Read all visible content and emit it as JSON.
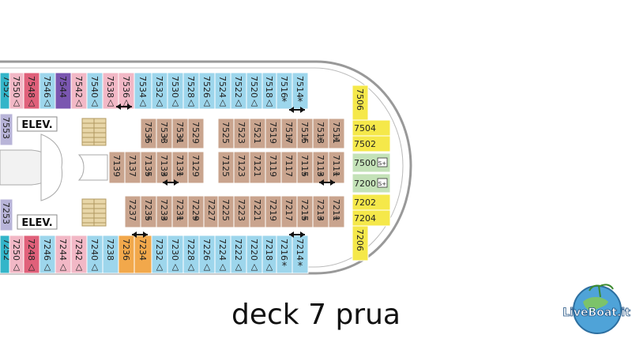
{
  "title": "deck 7 prua",
  "elev_label": "ELEV.",
  "logo_text": "LiveBoat.it",
  "colors": {
    "blue": "#9dd6ec",
    "pink": "#f2b8c6",
    "red": "#e0607a",
    "purple": "#7a56b0",
    "lavender": "#b8b4d8",
    "tan": "#c9a48e",
    "orange": "#f2a84b",
    "yellow": "#f5e84a",
    "green": "#c4e2b8",
    "teal": "#33b5c9",
    "hull": "#999999"
  },
  "cabins": {
    "top_row": [
      {
        "id": "7552",
        "sym": ""
      },
      {
        "id": "7550",
        "sym": "△"
      },
      {
        "id": "7548",
        "sym": "△"
      },
      {
        "id": "7546",
        "sym": "△"
      },
      {
        "id": "7544",
        "sym": ""
      },
      {
        "id": "7542",
        "sym": "△"
      },
      {
        "id": "7540",
        "sym": "△"
      },
      {
        "id": "7538",
        "sym": "△"
      },
      {
        "id": "7536",
        "sym": "△"
      },
      {
        "id": "7534",
        "sym": "△"
      },
      {
        "id": "7532",
        "sym": "△"
      },
      {
        "id": "7530",
        "sym": "△"
      },
      {
        "id": "7528",
        "sym": "△"
      },
      {
        "id": "7526",
        "sym": "△"
      },
      {
        "id": "7524",
        "sym": "△"
      },
      {
        "id": "7522",
        "sym": "△"
      },
      {
        "id": "7520",
        "sym": "△"
      },
      {
        "id": "7518",
        "sym": "△"
      },
      {
        "id": "7516",
        "sym": "*"
      },
      {
        "id": "7514",
        "sym": "*"
      }
    ],
    "bottom_row": [
      {
        "id": "7252",
        "sym": ""
      },
      {
        "id": "7250",
        "sym": "△"
      },
      {
        "id": "7248",
        "sym": "△"
      },
      {
        "id": "7246",
        "sym": "△"
      },
      {
        "id": "7244",
        "sym": "△"
      },
      {
        "id": "7242",
        "sym": "△"
      },
      {
        "id": "7240",
        "sym": "△"
      },
      {
        "id": "7238",
        "sym": ""
      },
      {
        "id": "7236",
        "sym": ""
      },
      {
        "id": "7234",
        "sym": ""
      },
      {
        "id": "7232",
        "sym": "△"
      },
      {
        "id": "7230",
        "sym": "△"
      },
      {
        "id": "7228",
        "sym": "△"
      },
      {
        "id": "7226",
        "sym": "△"
      },
      {
        "id": "7224",
        "sym": "△"
      },
      {
        "id": "7222",
        "sym": "△"
      },
      {
        "id": "7220",
        "sym": "△"
      },
      {
        "id": "7218",
        "sym": "△"
      },
      {
        "id": "7216",
        "sym": "*"
      },
      {
        "id": "7214",
        "sym": "*"
      }
    ],
    "inner_top": [
      {
        "id": "7535",
        "sym": "*"
      },
      {
        "id": "7533",
        "sym": "*"
      },
      {
        "id": "7531",
        "sym": "*"
      },
      {
        "id": "7529",
        "sym": ""
      },
      {
        "id": "7525",
        "sym": ""
      },
      {
        "id": "7523",
        "sym": ""
      },
      {
        "id": "7521",
        "sym": ""
      },
      {
        "id": "7519",
        "sym": ""
      },
      {
        "id": "7517",
        "sym": "*"
      },
      {
        "id": "7515",
        "sym": "*"
      },
      {
        "id": "7513",
        "sym": "*"
      },
      {
        "id": "7511",
        "sym": "*"
      }
    ],
    "inner_mid": [
      {
        "id": "7139",
        "sym": ""
      },
      {
        "id": "7137",
        "sym": ""
      },
      {
        "id": "7135",
        "sym": "*"
      },
      {
        "id": "7133",
        "sym": "*"
      },
      {
        "id": "7131",
        "sym": "*"
      },
      {
        "id": "7129",
        "sym": ""
      },
      {
        "id": "7125",
        "sym": ""
      },
      {
        "id": "7123",
        "sym": ""
      },
      {
        "id": "7121",
        "sym": ""
      },
      {
        "id": "7119",
        "sym": ""
      },
      {
        "id": "7117",
        "sym": ""
      },
      {
        "id": "7115",
        "sym": "*"
      },
      {
        "id": "7113",
        "sym": "*"
      },
      {
        "id": "7111",
        "sym": "*"
      }
    ],
    "inner_bottom": [
      {
        "id": "7237",
        "sym": ""
      },
      {
        "id": "7235",
        "sym": "*"
      },
      {
        "id": "7233",
        "sym": "*"
      },
      {
        "id": "7231",
        "sym": "*"
      },
      {
        "id": "7229",
        "sym": "*"
      },
      {
        "id": "7227",
        "sym": ""
      },
      {
        "id": "7225",
        "sym": ""
      },
      {
        "id": "7223",
        "sym": ""
      },
      {
        "id": "7221",
        "sym": ""
      },
      {
        "id": "7219",
        "sym": ""
      },
      {
        "id": "7217",
        "sym": ""
      },
      {
        "id": "7215",
        "sym": "*"
      },
      {
        "id": "7213",
        "sym": "*"
      },
      {
        "id": "7211",
        "sym": "*"
      }
    ],
    "side_left": [
      "7553",
      "7253"
    ],
    "bow": [
      {
        "id": "7506",
        "sym": ""
      },
      {
        "id": "7504",
        "sym": ""
      },
      {
        "id": "7502",
        "sym": ""
      },
      {
        "id": "7500",
        "sym": "S+"
      },
      {
        "id": "7200",
        "sym": "S+"
      },
      {
        "id": "7202",
        "sym": ""
      },
      {
        "id": "7204",
        "sym": ""
      },
      {
        "id": "7206",
        "sym": ""
      }
    ]
  }
}
